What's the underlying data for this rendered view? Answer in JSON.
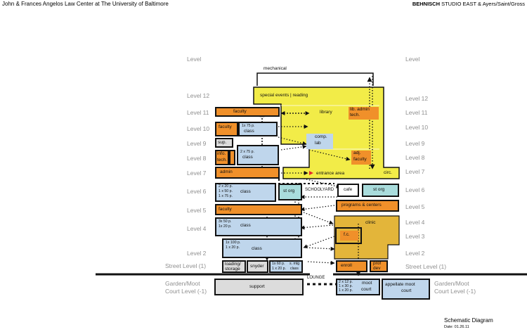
{
  "header": {
    "left": "John & Frances Angelos Law Center at The University of Baltimore",
    "right_bold": "BEHNISCH",
    "right_rest": " STUDIO EAST & Ayers/Saint/Gross"
  },
  "levels_left": [
    "Level",
    "Level 12",
    "Level 11",
    "Level 10",
    "Level 9",
    "Level 8",
    "Level 7",
    "Level 6",
    "Level 5",
    "Level 4",
    "Level 2",
    "Street Level (1)",
    "Garden/Moot",
    "Court Level (-1)"
  ],
  "levels_right": [
    "Level",
    "Level 12",
    "Level 11",
    "Level 10",
    "Level 9",
    "Level 8",
    "Level 7",
    "Level 6",
    "Level 5",
    "Level 4",
    "Level 3",
    "Level 2",
    "Street Level (1)",
    "Garden/Moot",
    "Court Level (-1)"
  ],
  "labels": {
    "mechanical": "mechanical",
    "special_events": "special events | reading",
    "faculty11": "faculty",
    "library": "library",
    "lib_admin": "lib. admin",
    "lib_tech": "tech.",
    "faculty10": "faculty",
    "class10_cap": "1x 75 p.",
    "class10": "class",
    "sup": "sup.",
    "comp1": "comp.",
    "comp2": "lab",
    "info1": "info.",
    "info2": "tech.",
    "class8_cap": "2 x 75 p.",
    "class8": "class",
    "adj1": "adj.",
    "adj2": "faculty",
    "admin": "admin",
    "entrance": "entrance area",
    "circ": "circ.",
    "class6_cap1": "2 x 20 p.",
    "class6_cap2": "1 x 50 p.",
    "class6_cap3": "1 x 75 p.",
    "class6": "class",
    "st_org_a": "st org",
    "schoolyard": "SCHOOLYARD",
    "cafe": "cafe",
    "st_org_b": "st org",
    "faculty5": "faculty",
    "programs": "programs & centers",
    "class4_cap1": "3x 50 p.",
    "class4_cap2": "1x 20 p.",
    "class4": "class",
    "clinic": "clinic",
    "fc": "f.c.",
    "class2_cap1": "1x 100 p.",
    "class2_cap2": "1 x 20 p.",
    "class2": "class",
    "loading1": "loading/",
    "loading2": "storage",
    "snyder": "snyder",
    "smtg_cap1": "1x 60 p.",
    "smtg_cap2": "1 x 20 p.",
    "smtg1": "s. mtg",
    "smtg2": "class",
    "enroll": "enroll",
    "prof1": "prof",
    "prof2": "dev",
    "lounge": "LOUNGE",
    "support": "support",
    "moot_cap1": "2 x 12 p.",
    "moot_cap2": "1 x 30 p.",
    "moot_cap3": "1 x 20 p.",
    "moot1": "moot",
    "moot2": "court",
    "appellate1": "appellate moot",
    "appellate2": "court"
  },
  "footer": {
    "title": "Schematic Diagram",
    "date": "Date: 01.26.11"
  },
  "colors": {
    "yellow": "#f2ec48",
    "orange": "#f0902a",
    "blue": "#bfd6ec",
    "gray": "#dcdcdc",
    "gold": "#e3b53a",
    "teal": "#a9dcdc",
    "red": "#e8282a",
    "outline": "#1a1a1a"
  }
}
